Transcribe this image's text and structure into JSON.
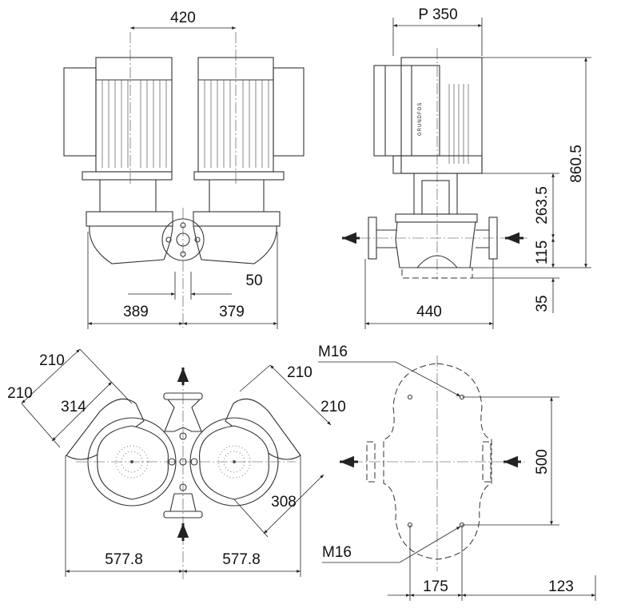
{
  "title": "Twin pump dimensional drawing",
  "logo": "GRUNDFOS",
  "front_view": {
    "motor_spacing": "420",
    "offset": "50",
    "left_width": "389",
    "right_width": "379"
  },
  "side_view": {
    "motor_diameter": "P 350",
    "total_height": "860.5",
    "coupling_height": "263.5",
    "port_height": "115",
    "base_height": "35",
    "port_to_port": "440"
  },
  "top_view": {
    "dim_a1": "210",
    "dim_a2": "210",
    "dim_a3": "314",
    "dim_b1": "210",
    "dim_b2": "210",
    "dim_b3": "308",
    "left_width": "577.8",
    "right_width": "577.8"
  },
  "base_view": {
    "bolt_top": "M16",
    "bolt_bottom": "M16",
    "hole_spacing": "500",
    "hole_offset": "175",
    "edge_offset": "123"
  },
  "colors": {
    "line": "#333333",
    "background": "#ffffff"
  }
}
